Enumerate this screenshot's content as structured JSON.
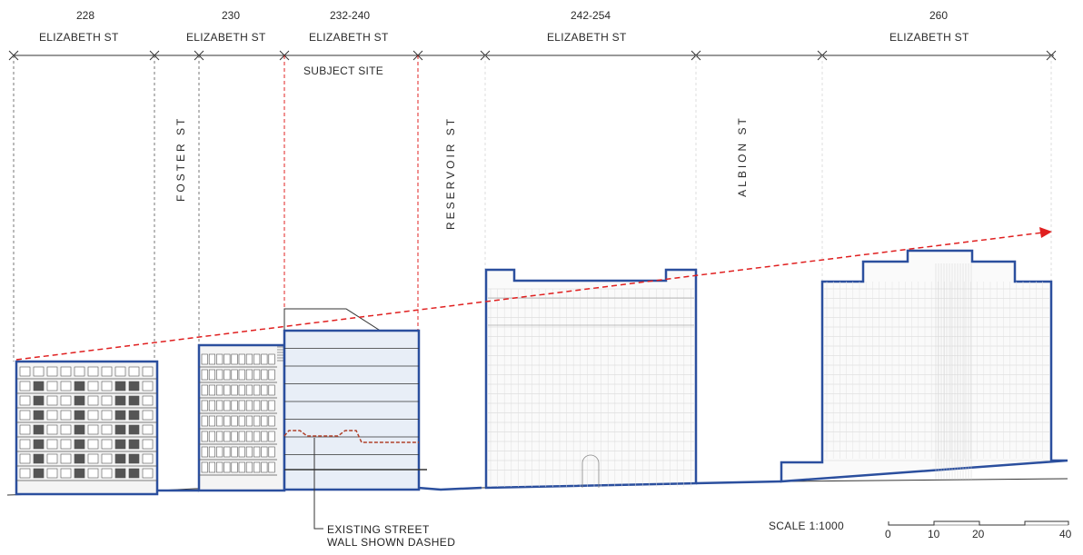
{
  "properties": [
    {
      "number": "228",
      "street": "ELIZABETH ST"
    },
    {
      "number": "230",
      "street": "ELIZABETH ST"
    },
    {
      "number": "232-240",
      "street": "ELIZABETH ST"
    },
    {
      "number": "242-254",
      "street": "ELIZABETH ST"
    },
    {
      "number": "260",
      "street": "ELIZABETH ST"
    }
  ],
  "subject_site_label": "SUBJECT SITE",
  "streets": [
    "FOSTER ST",
    "RESERVOIR ST",
    "ALBION ST"
  ],
  "note": {
    "line1": "EXISTING STREET",
    "line2": "WALL SHOWN DASHED"
  },
  "scale": {
    "label": "SCALE 1:1000",
    "ticks": [
      "0",
      "10",
      "20",
      "40"
    ]
  },
  "colors": {
    "outline": "#2b4f9e",
    "fill": "#e8eef7",
    "red": "#e02020",
    "line": "#333333"
  }
}
